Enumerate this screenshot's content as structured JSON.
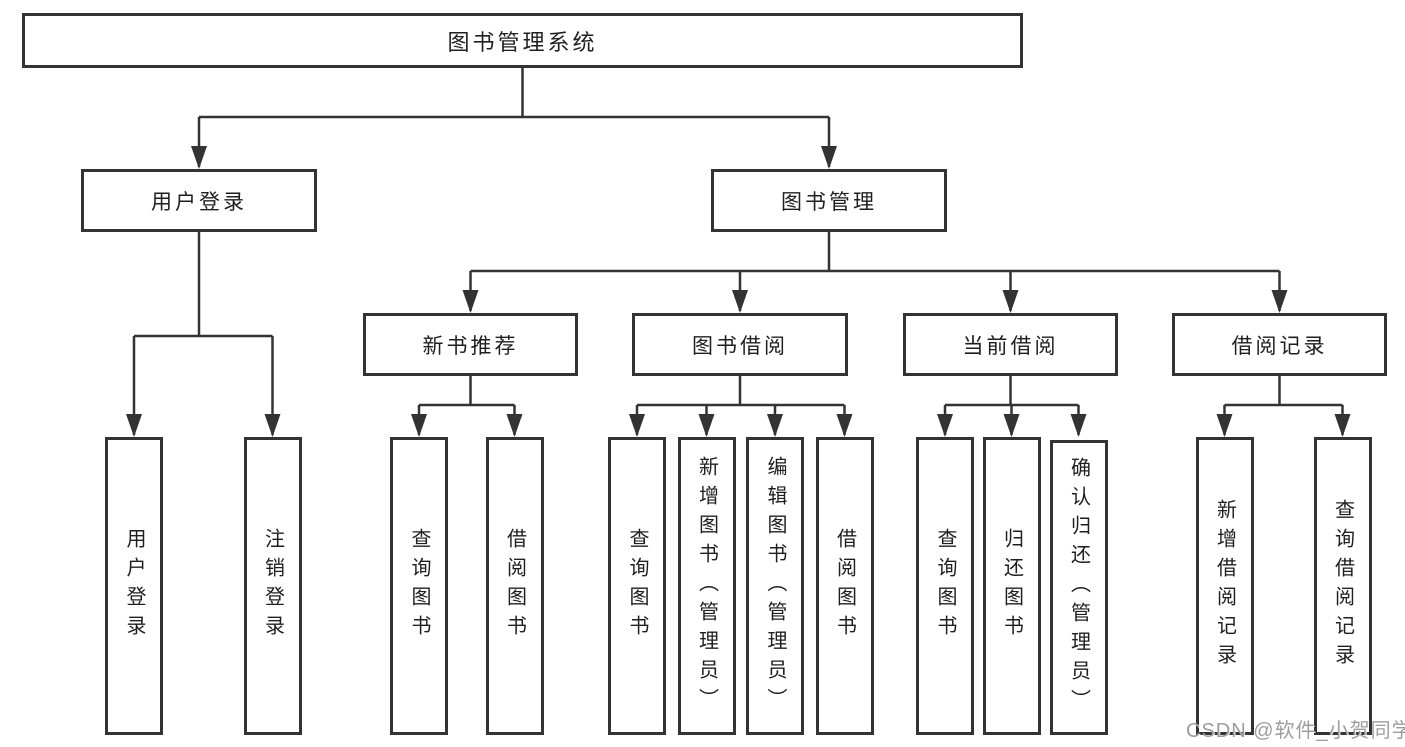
{
  "diagram": {
    "root": {
      "label": "图书管理系统"
    },
    "branches": [
      {
        "label": "用户登录",
        "children": [
          {
            "label": "用户登录"
          },
          {
            "label": "注销登录"
          }
        ]
      },
      {
        "label": "图书管理",
        "children": [
          {
            "label": "新书推荐",
            "children": [
              {
                "label": "查询图书"
              },
              {
                "label": "借阅图书"
              }
            ]
          },
          {
            "label": "图书借阅",
            "children": [
              {
                "label": "查询图书"
              },
              {
                "label": "新增图书（管理员）"
              },
              {
                "label": "编辑图书（管理员）"
              },
              {
                "label": "借阅图书"
              }
            ]
          },
          {
            "label": "当前借阅",
            "children": [
              {
                "label": "查询图书"
              },
              {
                "label": "归还图书"
              },
              {
                "label": "确认归还（管理员）"
              }
            ]
          },
          {
            "label": "借阅记录",
            "children": [
              {
                "label": "新增借阅记录"
              },
              {
                "label": "查询借阅记录"
              }
            ]
          }
        ]
      }
    ]
  },
  "watermark": {
    "text": "CSDN @软件_小贺同学"
  },
  "colors": {
    "line": "#333333",
    "text": "#1f1f1f",
    "box_background": "#ffffff",
    "watermark": "#9d9d9d"
  }
}
